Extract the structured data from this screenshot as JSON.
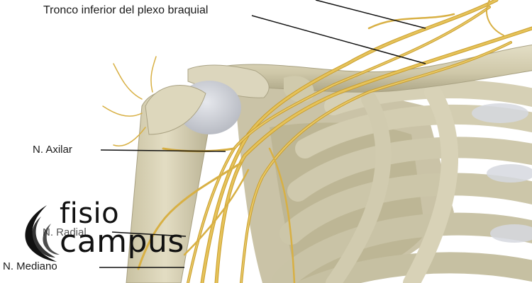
{
  "labels": {
    "tronco": "Tronco inferior del plexo braquial",
    "axilar": "N. Axilar",
    "radial": "N. Radial",
    "mediano": "N. Mediano"
  },
  "logo": {
    "line1": "fisio",
    "line2": "campus"
  },
  "colors": {
    "bone": "#d9d3b6",
    "bone_shadow": "#b9b294",
    "cartilage": "#d4d7de",
    "nerve": "#e0b94a",
    "nerve_dark": "#b88a22",
    "leader": "#111111",
    "logo": "#111111"
  }
}
